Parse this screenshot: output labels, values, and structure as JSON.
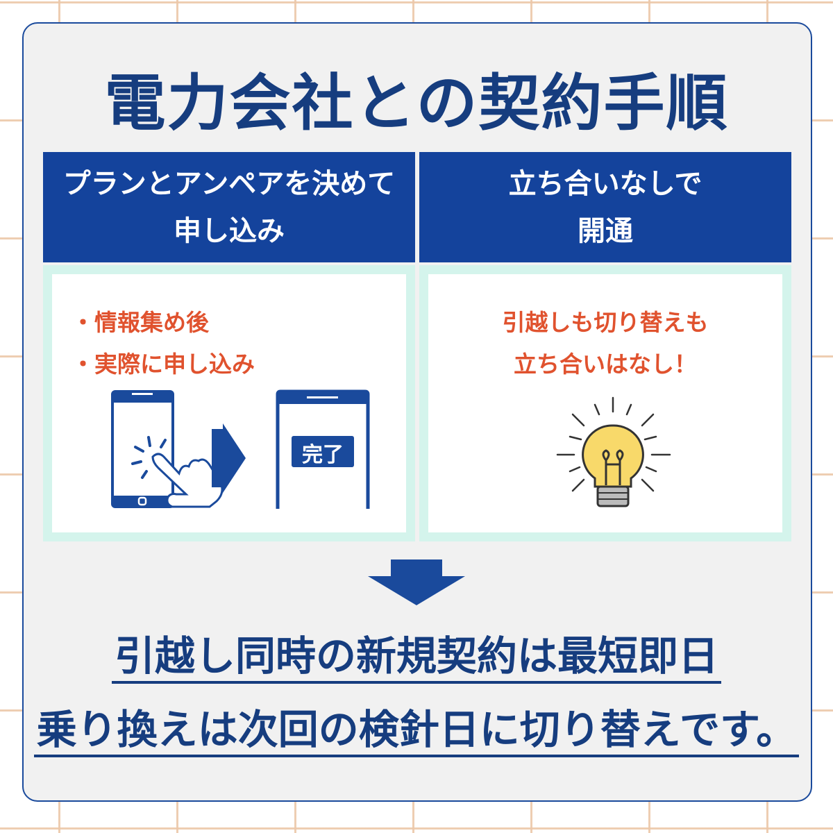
{
  "title": "電力会社との契約手順",
  "steps": [
    {
      "header_lines": [
        "プランとアンペアを決めて",
        "申し込み"
      ],
      "bullets": [
        "・情報集め後",
        "・実際に申し込み"
      ],
      "badge": "完了"
    },
    {
      "header_lines": [
        "立ち合いなしで",
        "開通"
      ],
      "note_lines": [
        "引越しも切り替えも",
        "立ち合いはなし！"
      ]
    }
  ],
  "summary": [
    "引越し同時の新規契約は最短即日",
    "乗り換えは次回の検針日に切り替えです。"
  ],
  "colors": {
    "navy": "#14439c",
    "accent": "#e0522e",
    "mint": "#d4f4ec"
  }
}
